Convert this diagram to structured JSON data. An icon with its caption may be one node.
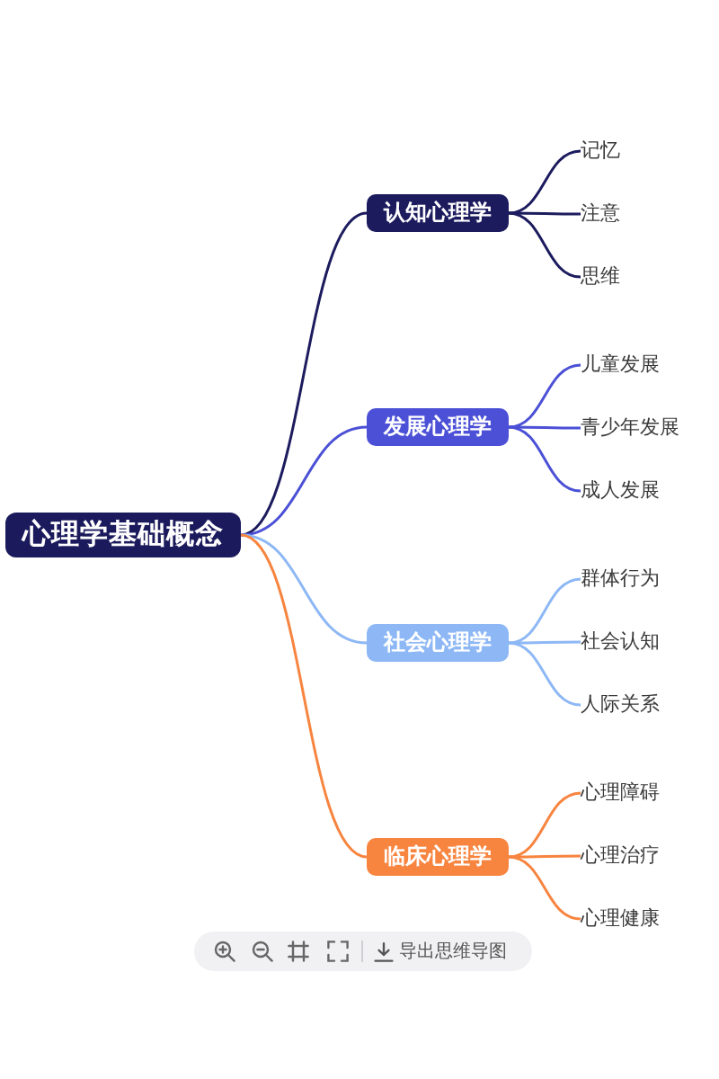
{
  "diagram": {
    "nodes": [
      {
        "text": [
          "心理学基础概念"
        ]
      },
      {
        "text": [
          "认知心理学"
        ]
      },
      {
        "text": [
          "记忆"
        ]
      },
      {
        "text": [
          "注意"
        ]
      },
      {
        "text": [
          "思维"
        ]
      },
      {
        "text": [
          "发展心理学"
        ]
      },
      {
        "text": [
          "儿童发展"
        ]
      },
      {
        "text": [
          "青少年发展"
        ]
      },
      {
        "text": [
          "成人发展"
        ]
      },
      {
        "text": [
          "社会心理学"
        ]
      },
      {
        "text": [
          "群体行为"
        ]
      },
      {
        "text": [
          "社会认知"
        ]
      },
      {
        "text": [
          "人际关系"
        ]
      },
      {
        "text": [
          "临床心理学"
        ]
      },
      {
        "text": [
          "心理障碍"
        ]
      },
      {
        "text": [
          "心理治疗"
        ]
      },
      {
        "text": [
          "心理健康"
        ]
      }
    ],
    "edges": [
      {
        "from": 0,
        "to": 1,
        "arrow": "none",
        "color": "#1c1b5e"
      },
      {
        "from": 1,
        "to": 2,
        "arrow": "none",
        "color": "#1c1b5e"
      },
      {
        "from": 1,
        "to": 3,
        "arrow": "none",
        "color": "#1c1b5e"
      },
      {
        "from": 1,
        "to": 4,
        "arrow": "none",
        "color": "#1c1b5e"
      },
      {
        "from": 0,
        "to": 5,
        "arrow": "none",
        "color": "#4b50d6"
      },
      {
        "from": 5,
        "to": 6,
        "arrow": "none",
        "color": "#4b50d6"
      },
      {
        "from": 5,
        "to": 7,
        "arrow": "none",
        "color": "#4b50d6"
      },
      {
        "from": 5,
        "to": 8,
        "arrow": "none",
        "color": "#4b50d6"
      },
      {
        "from": 0,
        "to": 9,
        "arrow": "none",
        "color": "#8db8f5"
      },
      {
        "from": 9,
        "to": 10,
        "arrow": "none",
        "color": "#8db8f5"
      },
      {
        "from": 9,
        "to": 11,
        "arrow": "none",
        "color": "#8db8f5"
      },
      {
        "from": 9,
        "to": 12,
        "arrow": "none",
        "color": "#8db8f5"
      },
      {
        "from": 0,
        "to": 13,
        "arrow": "none",
        "color": "#f7843f"
      },
      {
        "from": 13,
        "to": 14,
        "arrow": "none",
        "color": "#f7843f"
      },
      {
        "from": 13,
        "to": 15,
        "arrow": "none",
        "color": "#f7843f"
      },
      {
        "from": 13,
        "to": 16,
        "arrow": "none",
        "color": "#f7843f"
      }
    ],
    "labels": [
      "导出思维导图"
    ]
  }
}
